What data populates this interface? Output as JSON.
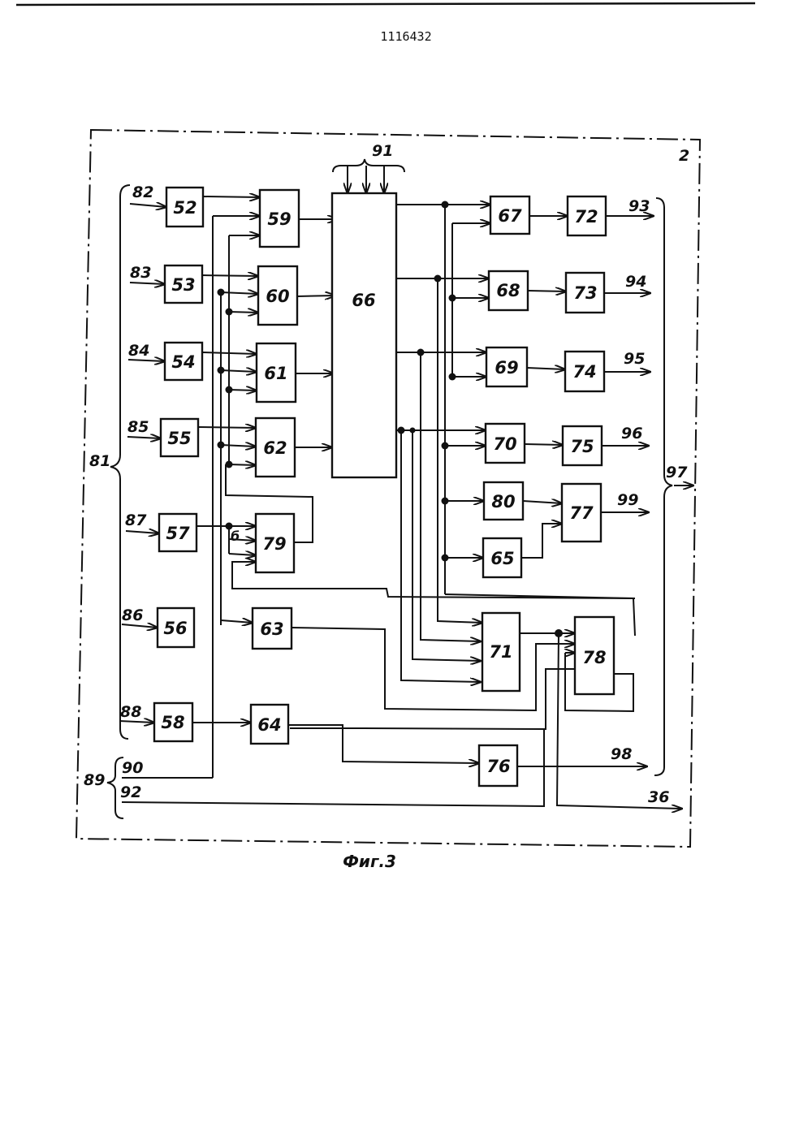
{
  "header": {
    "patent_number": "1116432"
  },
  "caption": "Фиг.3",
  "frame_label": "2",
  "blocks": {
    "b52": "52",
    "b53": "53",
    "b54": "54",
    "b55": "55",
    "b56": "56",
    "b57": "57",
    "b58": "58",
    "b59": "59",
    "b60": "60",
    "b61": "61",
    "b62": "62",
    "b63": "63",
    "b64": "64",
    "b65": "65",
    "b66": "66",
    "b67": "67",
    "b68": "68",
    "b69": "69",
    "b70": "70",
    "b71": "71",
    "b72": "72",
    "b73": "73",
    "b74": "74",
    "b75": "75",
    "b76": "76",
    "b77": "77",
    "b78": "78",
    "b79": "79",
    "b80": "80"
  },
  "terminals": {
    "t81": "81",
    "t82": "82",
    "t83": "83",
    "t84": "84",
    "t85": "85",
    "t86": "86",
    "t87": "87",
    "t88": "88",
    "t89": "89",
    "t90": "90",
    "t91": "91",
    "t92": "92",
    "t93": "93",
    "t94": "94",
    "t95": "95",
    "t96": "96",
    "t97": "97",
    "t98": "98",
    "t99": "99",
    "t36": "36",
    "t6": "б"
  }
}
